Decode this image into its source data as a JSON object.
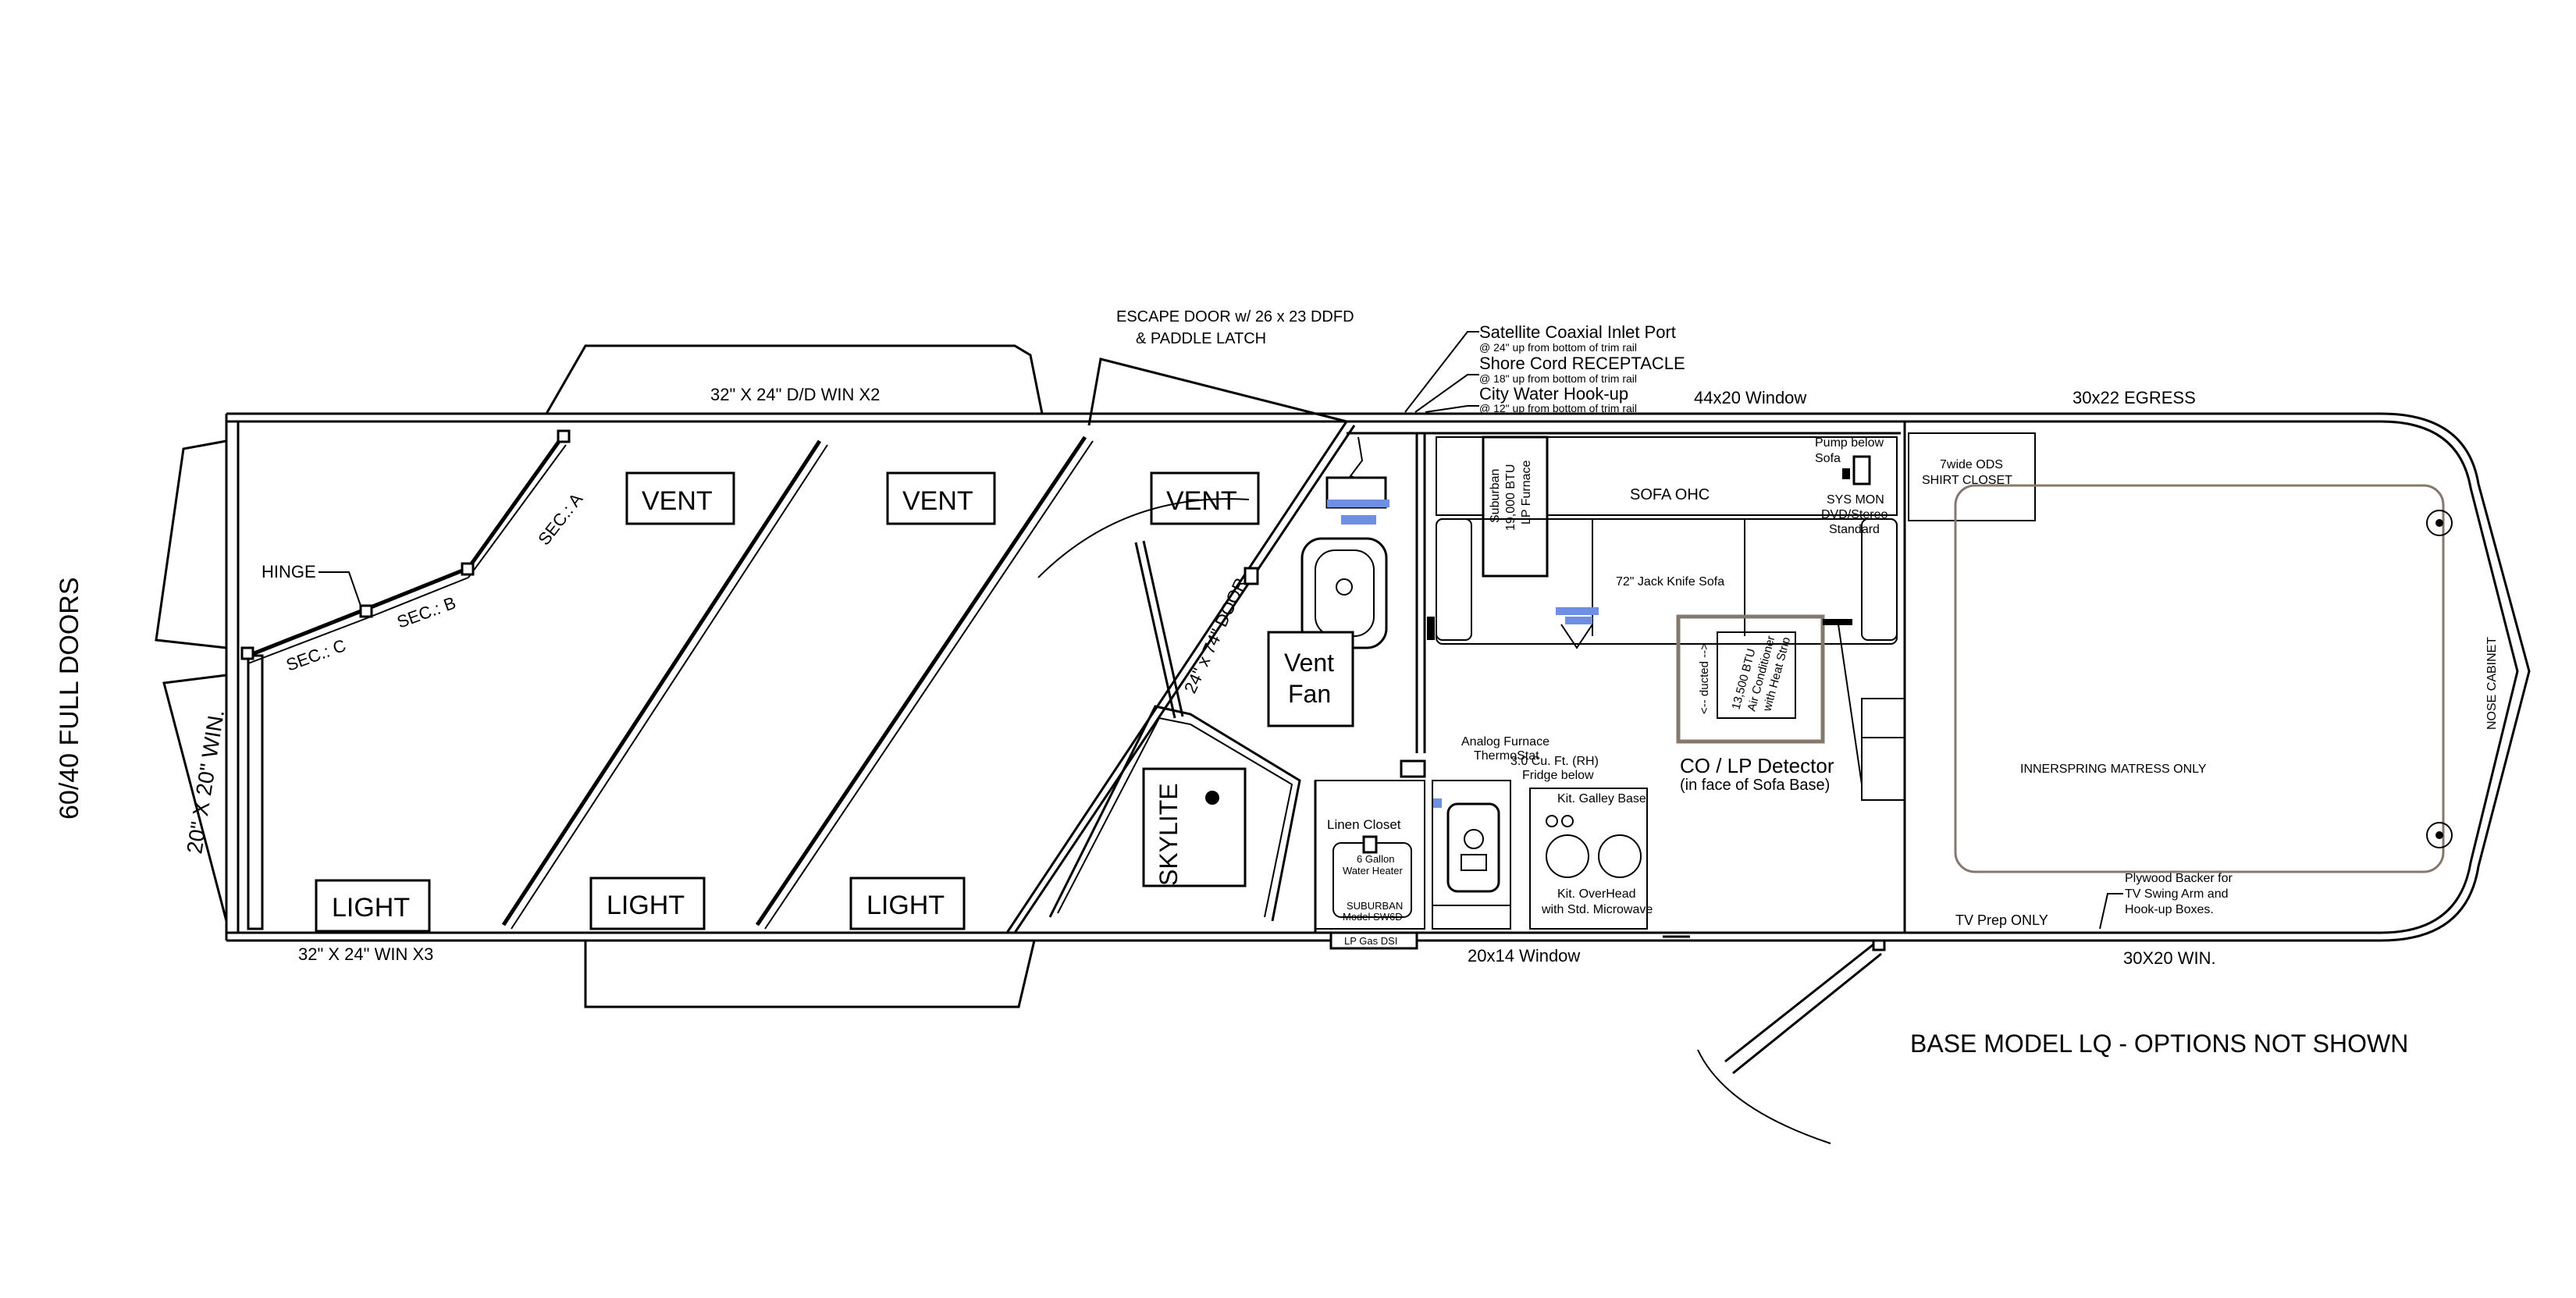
{
  "labels": {
    "full_doors": "60/40 FULL DOORS",
    "win_20x20": "20\" X 20\" WIN.",
    "hinge": "HINGE",
    "sec_a": "SEC.: A",
    "sec_b": "SEC.: B",
    "sec_c": "SEC.: C",
    "dd_win": "32\" X 24\" D/D WIN X2",
    "win_x3": "32\" X 24\" WIN X3",
    "vent": "VENT",
    "light": "LIGHT",
    "escape_door_1": "ESCAPE DOOR w/ 26 x 23 DDFD",
    "escape_door_2": "& PADDLE LATCH",
    "door_24x74": "24\" x 74\" DOOR",
    "skylite": "SKYLITE",
    "vent_fan_1": "Vent",
    "vent_fan_2": "Fan",
    "satellite": "Satellite Coaxial Inlet Port",
    "satellite_note": "@ 24\" up from bottom  of trim rail",
    "shore": "Shore Cord RECEPTACLE",
    "shore_note": "@ 18\" up from bottom  of trim rail",
    "city_water": "City Water Hook-up",
    "city_water_note": "@ 12\" up from bottom  of trim rail",
    "window_44x20": "44x20 Window",
    "egress": "30x22 EGRESS",
    "furnace_1": "Suburban",
    "furnace_2": "19,000 BTU",
    "furnace_3": "LP Furnace",
    "sofa_ohc": "SOFA OHC",
    "pump_1": "Pump below",
    "pump_2": "Sofa",
    "sys_1": "SYS MON",
    "sys_2": "DVD/Stereo",
    "sys_3": "Standard",
    "closet_1": "7wide ODS",
    "closet_2": "SHIRT CLOSET",
    "sofa": "72\" Jack Knife Sofa",
    "ducted": "<-- ducted -->",
    "ac_1": "13,500 BTU",
    "ac_2": "Air Conditioner",
    "ac_3": "with Heat Strip",
    "co_lp": "CO / LP Detector",
    "co_lp_note": "(in face of Sofa Base)",
    "thermostat_1": "Analog Furnace",
    "thermostat_2": "ThermoStat",
    "fridge_1": "3.0 Cu. Ft. (RH)",
    "fridge_2": "Fridge below",
    "galley": "Kit. Galley Base",
    "overhead_1": "Kit. OverHead",
    "overhead_2": "with Std. Microwave",
    "linen": "Linen Closet",
    "water_heater_1": "6 Gallon",
    "water_heater_2": "Water Heater",
    "suburban_1": "SUBURBAN",
    "suburban_2": "Model SW6D",
    "lp_gas": "LP Gas DSI",
    "window_20x14": "20x14 Window",
    "mattress": "INNERSPRING MATRESS ONLY",
    "nose_cabinet": "NOSE CABINET",
    "plywood_1": "Plywood Backer for",
    "plywood_2": "TV Swing Arm and",
    "plywood_3": "Hook-up Boxes.",
    "tv_prep": "TV Prep ONLY",
    "win_30x20": "30X20 WIN.",
    "base_model": "BASE MODEL LQ - OPTIONS NOT SHOWN"
  }
}
